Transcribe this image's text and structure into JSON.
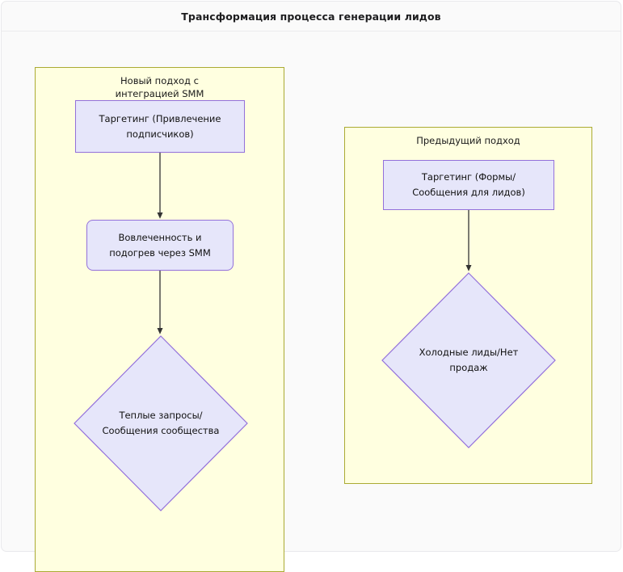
{
  "header": {
    "title": "Трансформация процесса генерации лидов"
  },
  "diagram": {
    "clusters": [
      {
        "id": "new-approach",
        "label": "Новый подход с\nинтеграцией SMM",
        "fill": "#ffffe0",
        "stroke": "#aaaa33"
      },
      {
        "id": "previous-approach",
        "label": "Предыдущий подход",
        "fill": "#ffffe0",
        "stroke": "#aaaa33"
      }
    ],
    "nodes": [
      {
        "id": "targeting-smm",
        "shape": "rect",
        "label": "Таргетинг (Привлечение\nподписчиков)",
        "fill": "#e6e6fa",
        "stroke": "#9370db"
      },
      {
        "id": "engagement-smm",
        "shape": "rounded-rect",
        "label": "Вовлеченность и\nподогрев через SMM",
        "fill": "#e6e6fa",
        "stroke": "#9370db"
      },
      {
        "id": "warm-requests",
        "shape": "diamond",
        "label": "Теплые запросы/\nСообщения сообщества",
        "fill": "#e6e6fa",
        "stroke": "#9370db"
      },
      {
        "id": "targeting-forms",
        "shape": "rect",
        "label": "Таргетинг (Формы/\nСообщения для лидов)",
        "fill": "#e6e6fa",
        "stroke": "#9370db"
      },
      {
        "id": "cold-leads",
        "shape": "diamond",
        "label": "Холодные лиды/Нет\nпродаж",
        "fill": "#e6e6fa",
        "stroke": "#9370db"
      }
    ],
    "edges": [
      {
        "id": "edge-targeting-to-engagement",
        "from": "targeting-smm",
        "to": "engagement-smm",
        "label": ""
      },
      {
        "id": "edge-engagement-to-warm",
        "from": "engagement-smm",
        "to": "warm-requests",
        "label": ""
      },
      {
        "id": "edge-forms-to-cold",
        "from": "targeting-forms",
        "to": "cold-leads",
        "label": ""
      }
    ],
    "edge_color": "#333333",
    "background": "#fafafa"
  }
}
